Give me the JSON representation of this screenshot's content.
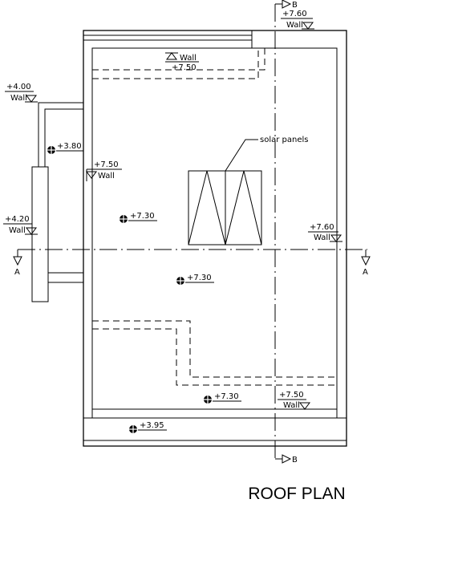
{
  "title": "ROOF PLAN",
  "panel_label": "solar panels",
  "section_marks": {
    "b": "B",
    "a": "A"
  },
  "levels": {
    "wall_760_top": {
      "value": "+7.60",
      "sub": "Wall"
    },
    "wall_750_upper": {
      "value": "Wall",
      "sub": "+7.50"
    },
    "wall_400": {
      "value": "+4.00",
      "sub": "Wall"
    },
    "spot_380": {
      "value": "+3.80"
    },
    "wall_750_left": {
      "value": "+7.50",
      "sub": "Wall"
    },
    "wall_420": {
      "value": "+4.20",
      "sub": "Wall"
    },
    "spot_730_a": {
      "value": "+7.30"
    },
    "wall_760_right": {
      "value": "+7.60",
      "sub": "Wall"
    },
    "spot_730_b": {
      "value": "+7.30"
    },
    "spot_730_c": {
      "value": "+7.30"
    },
    "wall_750_lower": {
      "value": "+7.50",
      "sub": "Wall"
    },
    "spot_395": {
      "value": "+3.95"
    }
  }
}
